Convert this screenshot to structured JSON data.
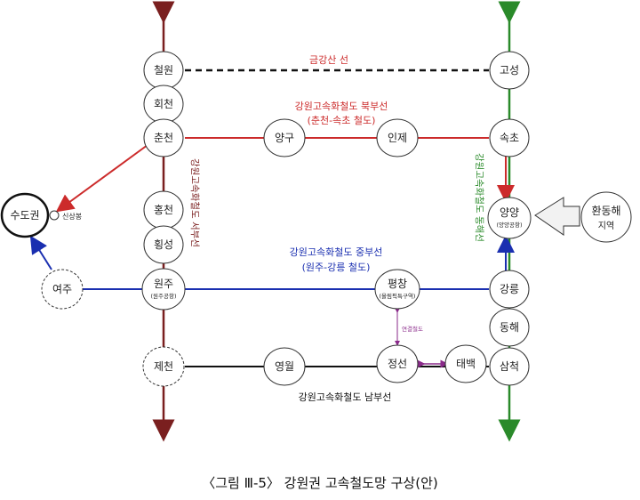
{
  "nodes": {
    "cheorwon": "철원",
    "hoecheon": "회천",
    "chuncheon": "춘천",
    "hongcheon": "홍천",
    "hoengseong": "횡성",
    "wonju": "원주",
    "wonju_sub": "(원주공항)",
    "jecheon": "제천",
    "yanggu": "양구",
    "inje": "인제",
    "goseong": "고성",
    "sokcho": "속초",
    "yangyang": "양양",
    "yangyang_sub": "(양양공항)",
    "gangneung": "강릉",
    "donghae": "동해",
    "samcheok": "삼척",
    "pyeongchang": "평창",
    "pyeongchang_sub": "(올림픽특구역)",
    "yeongwol": "영월",
    "jeongseon": "정선",
    "taebaek": "태백",
    "sudogwon": "수도권",
    "sinsangbong": "신상봉",
    "yeoju": "여주"
  },
  "lines": {
    "geumgangsan": "금강산 선",
    "north_line": "강원고속화철도 북부선",
    "north_line_sub": "(춘천-속초 철도)",
    "central_line": "강원고속화철도 중부선",
    "central_line_sub": "(원주-강릉 철도)",
    "south_line": "강원고속화철도 남부선",
    "west_line": "강원고속화철도 서부선",
    "east_line": "강원고속화철도 동해선",
    "connection": "연결철도"
  },
  "arrow_box": {
    "line1": "환동해",
    "line2": "지역"
  },
  "caption": "〈그림 Ⅲ-5〉 강원권 고속철도망 구상(안)",
  "colors": {
    "west": "#7a1f1f",
    "north": "#cc2b2b",
    "east": "#2a8a2a",
    "central": "#1a2fb0",
    "south": "#111111",
    "connection": "#8a2a8a"
  }
}
